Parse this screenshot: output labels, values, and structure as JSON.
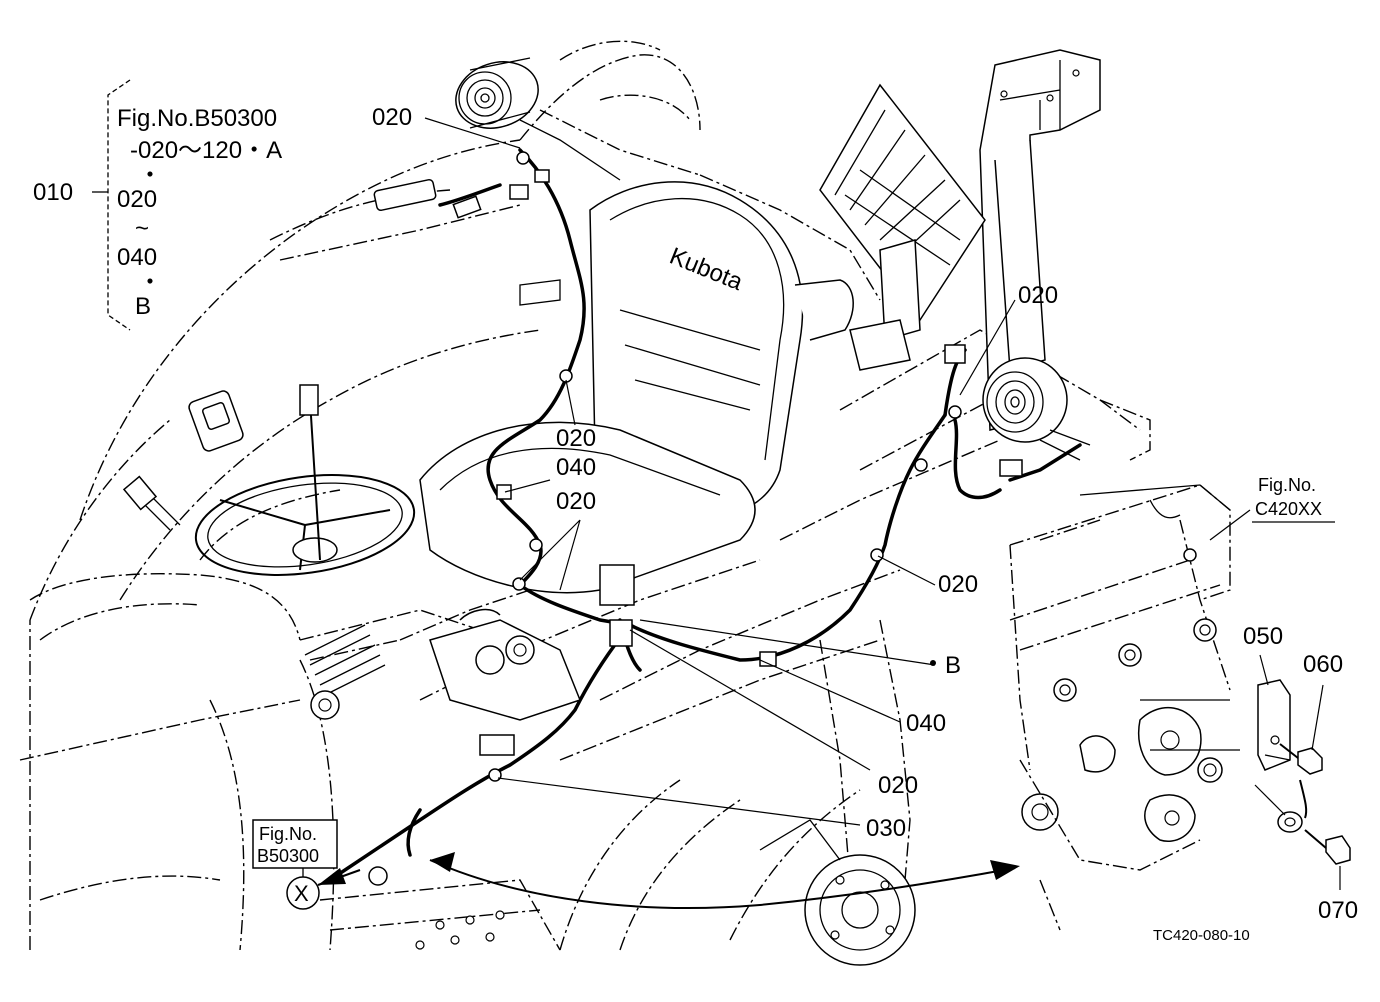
{
  "header_note": {
    "lines": [
      "Fig.No.B50300",
      "-020〜120・A",
      "・",
      "020",
      "~",
      "040",
      "・",
      "B"
    ],
    "item": "010"
  },
  "brand": "Kubota",
  "callouts": {
    "c020_top": "020",
    "c020_right_lamp": "020",
    "c020_seat": "020",
    "c040_mid": "040",
    "c020_mid": "020",
    "c020_right": "020",
    "c_b": "B",
    "c040_low": "040",
    "c020_low": "020",
    "c030": "030",
    "c050": "050",
    "c060": "060",
    "c070": "070"
  },
  "ref_right": {
    "line1": "Fig.No.",
    "line2": "C420XX"
  },
  "ref_left": {
    "line1": "Fig.No.",
    "line2": "B50300",
    "marker": "X"
  },
  "drawing_number": "TC420-080-10"
}
